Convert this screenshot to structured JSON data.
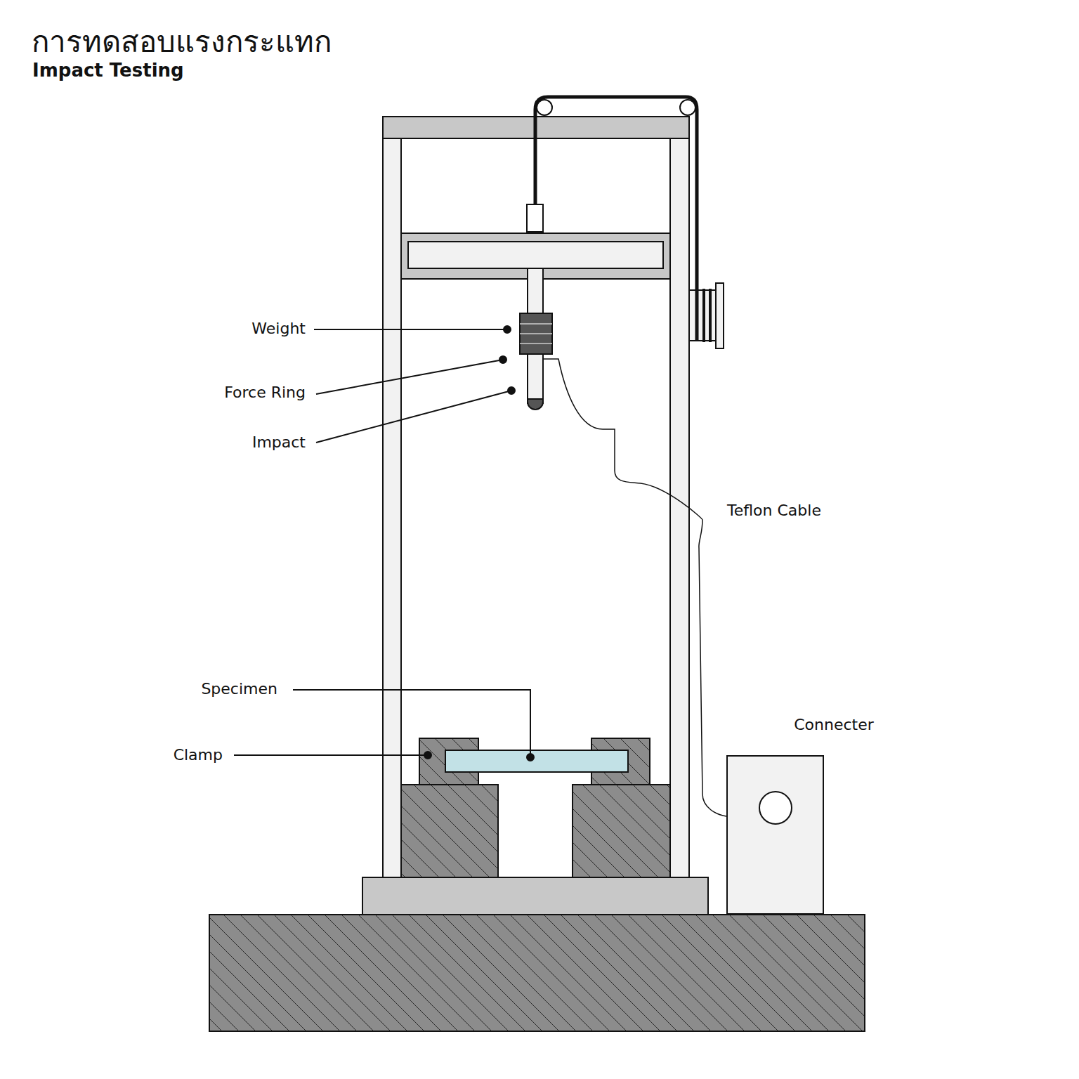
{
  "diagram": {
    "title": "การทดสอบแรงกระแทก",
    "nodes": [
      {
        "text": [
          "Connecter"
        ]
      }
    ],
    "labels": [
      "Impact Testing",
      "Weight",
      "Force Ring",
      "Impact",
      "Teflon Cable",
      "Specimen",
      "Clamp"
    ]
  }
}
